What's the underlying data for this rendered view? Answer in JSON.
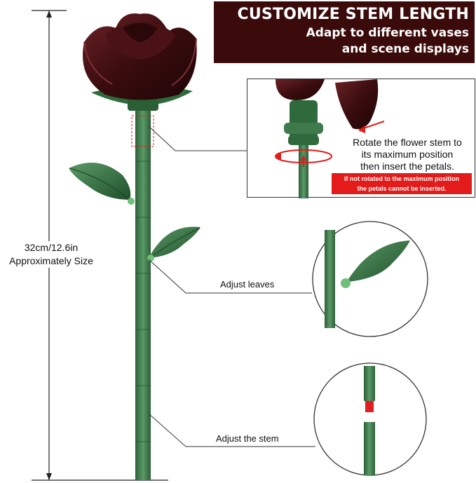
{
  "banner": {
    "title": "CUSTOMIZE STEM LENGTH",
    "subtitle_line1": "Adapt to different vases",
    "subtitle_line2": "and scene displays"
  },
  "size": {
    "line1": "32cm/12.6in",
    "line2": "Approximately Size"
  },
  "stem_callout": {
    "text_line1": "Rotate the flower stem to",
    "text_line2": "its maximum position",
    "text_line3": "then insert the petals.",
    "warning_line1": "If not rotated to the maximum position",
    "warning_line2": "the petals cannot be inserted."
  },
  "leaves_callout": {
    "label": "Adjust leaves"
  },
  "stem_length_callout": {
    "label": "Adjust the stem"
  },
  "colors": {
    "banner_bg": "#3b0a0a",
    "petal": "#3a0c0e",
    "stem": "#3f7a4c",
    "leaf": "#2f6a3c",
    "warning": "#e31b1b",
    "arrow": "#e31b1b"
  }
}
